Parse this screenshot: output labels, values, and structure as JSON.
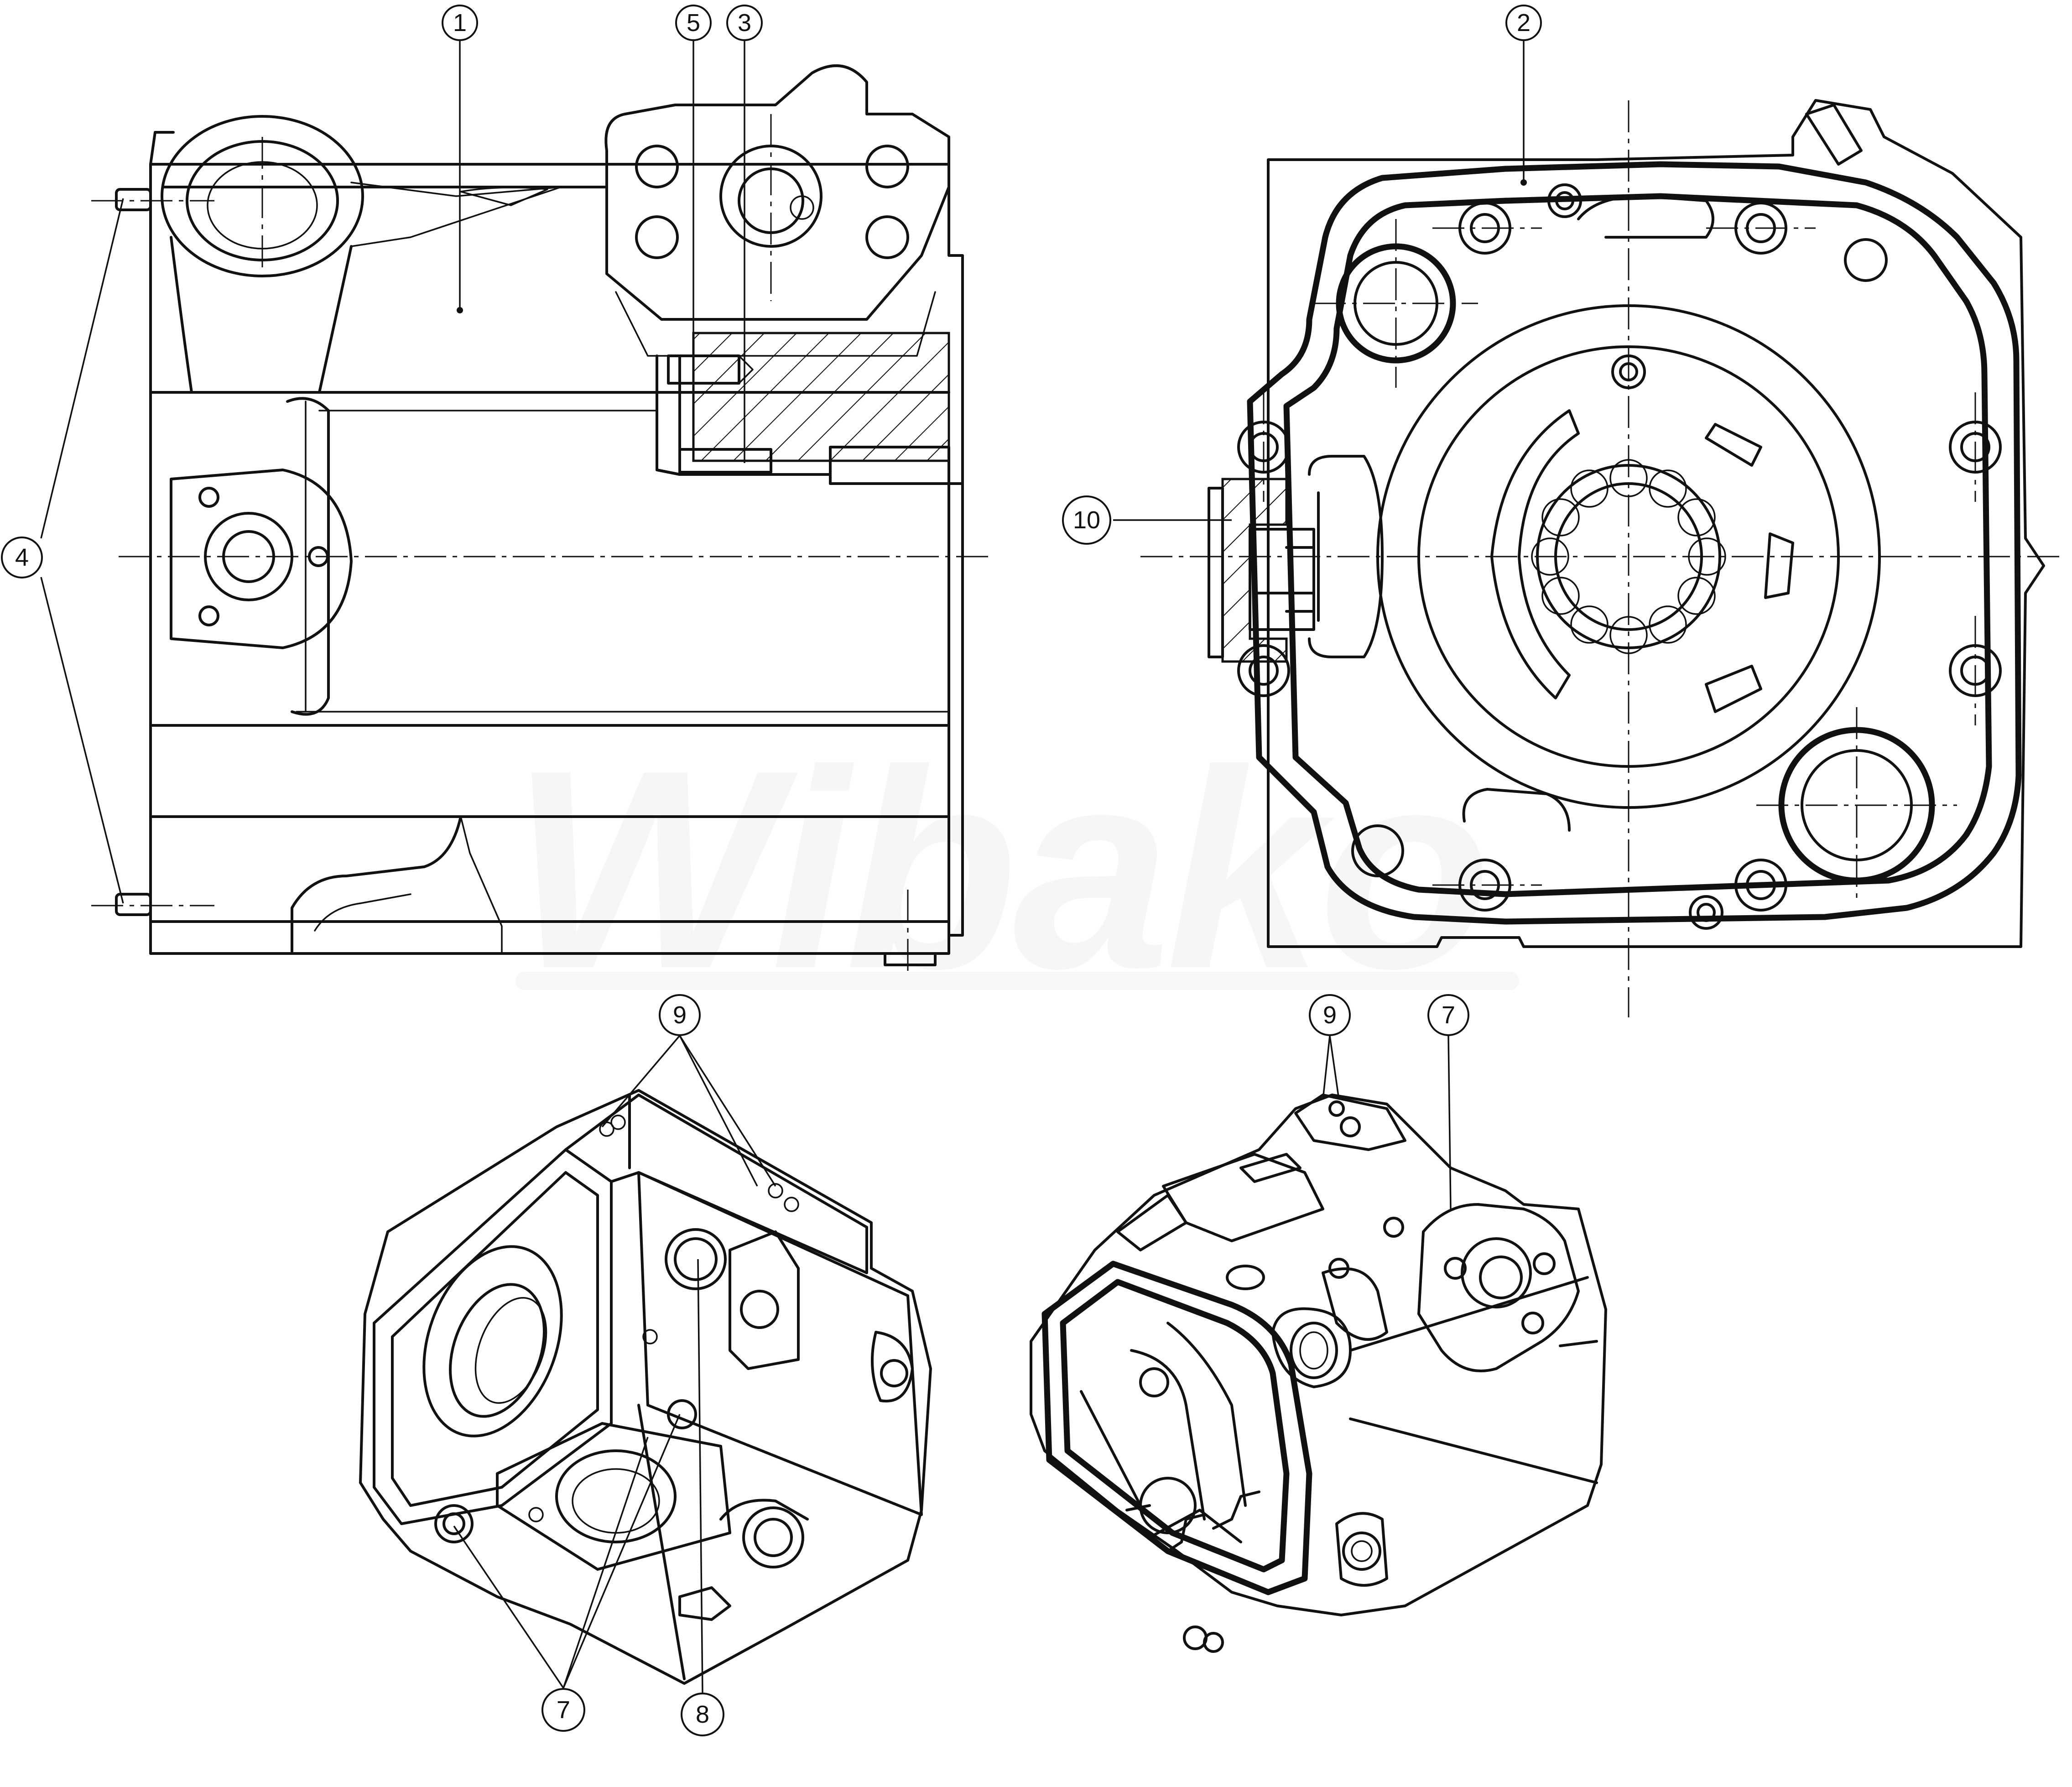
{
  "watermark": "Wibako",
  "callouts": {
    "c1": "1",
    "c2": "2",
    "c3": "3",
    "c4": "4",
    "c5": "5",
    "c7a": "7",
    "c7b": "7",
    "c8": "8",
    "c9a": "9",
    "c9b": "9",
    "c10": "10"
  }
}
